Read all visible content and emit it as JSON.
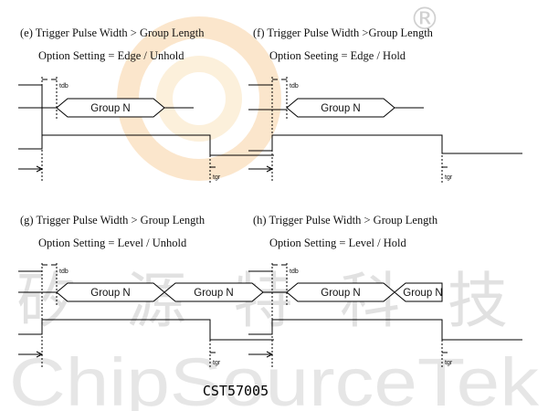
{
  "watermark": {
    "chinese_chars": [
      "矽",
      "源",
      "特",
      "科",
      "技"
    ],
    "latin_text": "ChipSourceTek",
    "registered_mark": "®",
    "logo_colors": [
      "#f6c78e",
      "#f9e2b7"
    ]
  },
  "panels": {
    "e": {
      "title": "(e) Trigger Pulse Width > Group Length",
      "option": "Option Setting = Edge / Unhold",
      "group_labels": [
        "Group N"
      ],
      "tdb_label": "tdb",
      "tgr_label": "tgr"
    },
    "f": {
      "title": "(f) Trigger Pulse Width >Group Length",
      "option": "Option Seeting = Edge / Hold",
      "group_labels": [
        "Group N"
      ],
      "tdb_label": "tdb",
      "tgr_label": "tgr"
    },
    "g": {
      "title": "(g) Trigger Pulse Width > Group Length",
      "option": "Option Setting = Level / Unhold",
      "group_labels": [
        "Group N",
        "Group N"
      ],
      "tdb_label": "tdb",
      "tgr_label": "tgr"
    },
    "h": {
      "title": "(h) Trigger Pulse Width > Group Length",
      "option": "Option Setting = Level / Hold",
      "group_labels": [
        "Group N",
        "Group N"
      ],
      "tdb_label": "tdb",
      "tgr_label": "tgr"
    }
  },
  "footer": {
    "part_number": "CST57005"
  }
}
